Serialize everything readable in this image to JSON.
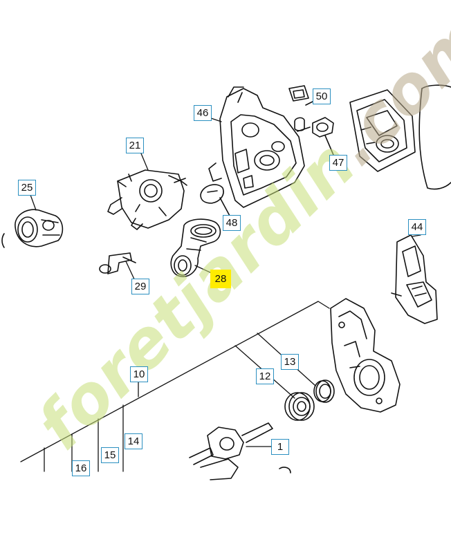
{
  "callouts": {
    "c1": "1",
    "c10": "10",
    "c12": "12",
    "c13": "13",
    "c14": "14",
    "c15": "15",
    "c16": "16",
    "c21": "21",
    "c25": "25",
    "c28": "28",
    "c29": "29",
    "c44": "44",
    "c46": "46",
    "c47": "47",
    "c48": "48",
    "c50": "50"
  },
  "highlighted_part": "28",
  "watermark": {
    "part_a": "foretjardin",
    "part_b": ".com"
  },
  "colors": {
    "callout_border": "#2a8fc0",
    "highlight": "#ffec00",
    "watermark_green": "#c7e07a",
    "watermark_tan": "#b8a88a",
    "line_art": "#111111"
  }
}
